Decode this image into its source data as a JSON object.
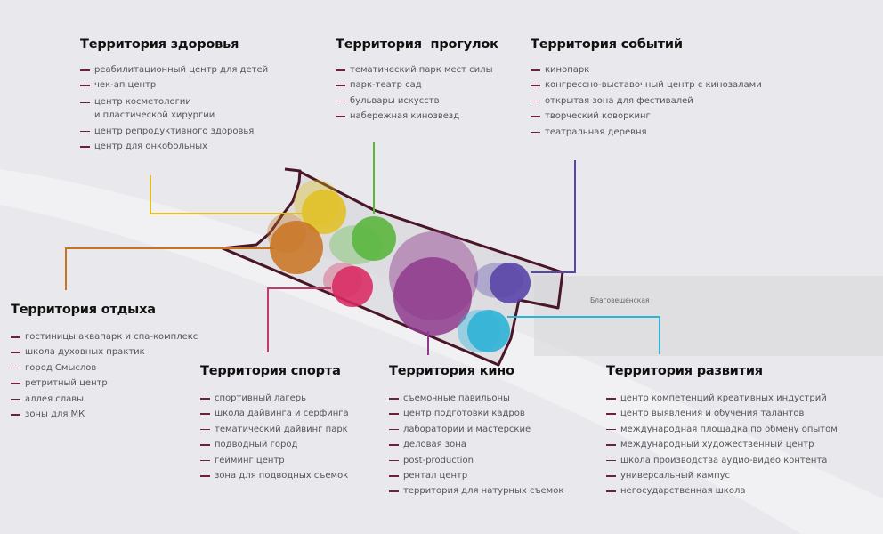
{
  "street_label": "Благовещенская",
  "zones": {
    "health": {
      "title": "Территория здоровья",
      "color": "#e2c01e",
      "items": [
        "реабилитационный центр для детей",
        "чек-ап центр",
        "центр косметологии\nи пластической хирургии",
        "центр репродуктивного здоровья",
        "центр для онкобольных"
      ]
    },
    "walks": {
      "title": "Территория  прогулок",
      "color": "#5bb63f",
      "items": [
        "тематический парк мест силы",
        "парк-театр сад",
        "бульвары искусств",
        "набережная кинозвезд"
      ]
    },
    "events": {
      "title": "Территория событий",
      "color": "#5a45a8",
      "items": [
        "кинопарк",
        "конгрессно-выставочный центр с кинозалами",
        "открытая зона для фестивалей",
        "творческий коворкинг",
        "театральная деревня"
      ]
    },
    "rest": {
      "title": "Территория отдыха",
      "color": "#c9721f",
      "items": [
        "гостиницы аквапарк и спа-комплекс",
        "школа духовных практик",
        "город Смыслов",
        "ретритный центр",
        "аллея славы",
        "зоны для МК"
      ]
    },
    "sport": {
      "title": "Территория спорта",
      "color": "#d82a62",
      "items": [
        "спортивный лагерь",
        "школа дайвинга и серфинга",
        "тематический дайвинг парк",
        "подводный город",
        "гейминг центр",
        "зона для подводных съемок"
      ]
    },
    "cinema": {
      "title": "Территория кино",
      "color": "#8e3a8c",
      "items": [
        "съемочные павильоны",
        "центр подготовки кадров",
        "лаборатории и мастерские",
        "деловая зона",
        "post-production",
        "рентал центр",
        "территория для натурных съемок"
      ]
    },
    "development": {
      "title": "Территория развития",
      "color": "#2eb3d6",
      "items": [
        "центр компетенций креативных индустрий",
        "центр выявления и обучения талантов",
        "международная площадка по обмену опытом",
        "международный художественный центр",
        "школа производства аудио-видео контента",
        "универсальный кампус",
        "негосударственная школа"
      ]
    }
  }
}
